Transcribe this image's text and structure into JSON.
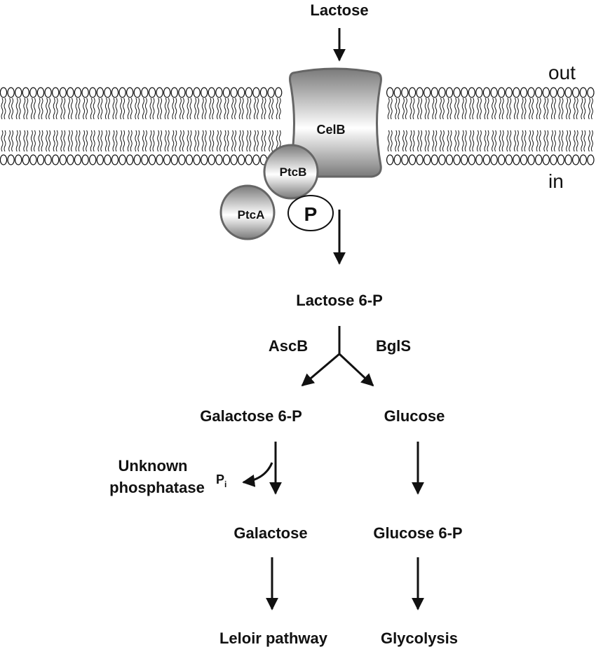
{
  "input": "Lactose",
  "compartments": {
    "outside": "out",
    "inside": "in"
  },
  "proteins": {
    "transporter": "CelB",
    "ptcb": "PtcB",
    "ptca": "PtcA",
    "phosphate": "P"
  },
  "intermediate": "Lactose 6-P",
  "enzymes": {
    "left": "AscB",
    "right": "BglS"
  },
  "left_branch": {
    "product1": "Galactose 6-P",
    "enzyme_line1": "Unknown",
    "enzyme_line2": "phosphatase",
    "released": "P",
    "released_sub": "i",
    "product2": "Galactose",
    "fate": "Leloir pathway"
  },
  "right_branch": {
    "product1": "Glucose",
    "product2": "Glucose 6-P",
    "fate": "Glycolysis"
  }
}
